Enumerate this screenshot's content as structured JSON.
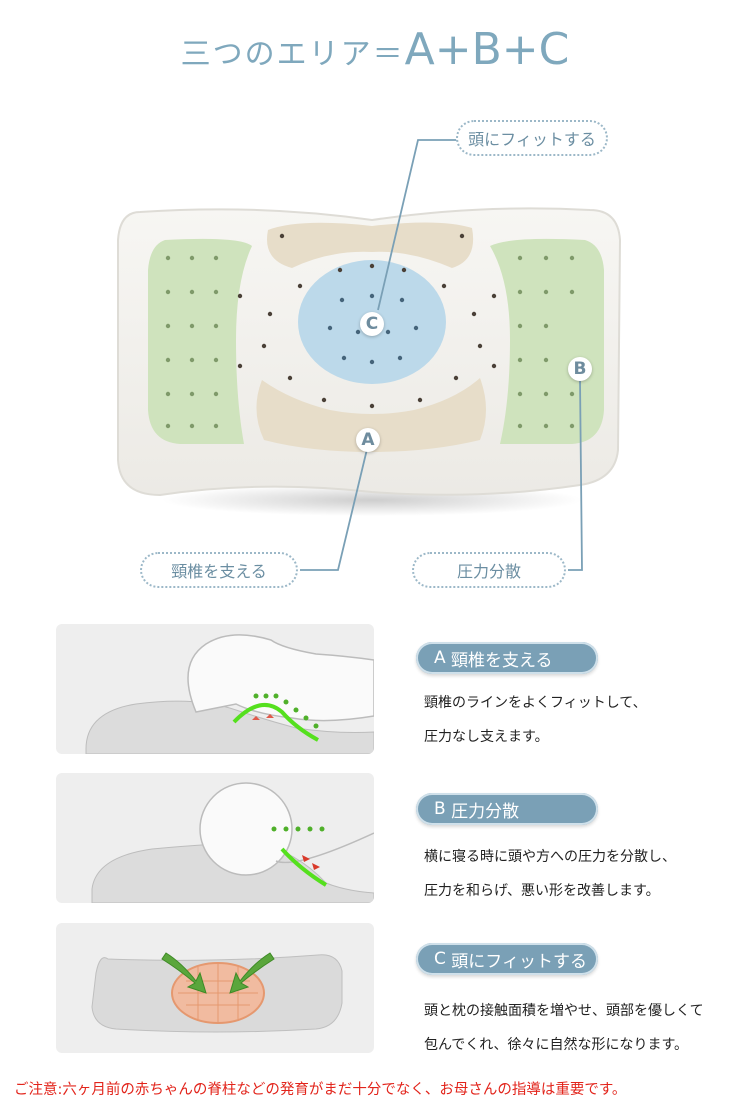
{
  "header": {
    "title_prefix": "三つのエリア＝",
    "title_formula": "A+B+C"
  },
  "diagram": {
    "callouts": {
      "c": "頭にフィットする",
      "a": "頸椎を支える",
      "b": "圧力分散"
    },
    "markers": {
      "a": "A",
      "b": "B",
      "c": "C"
    }
  },
  "sections": [
    {
      "pill_letter": "A",
      "pill_label": "頸椎を支える",
      "lines": [
        "頸椎のラインをよくフィットして、",
        "圧力なし支えます。"
      ]
    },
    {
      "pill_letter": "B",
      "pill_label": "圧力分散",
      "lines": [
        "横に寝る時に頭や方への圧力を分散し、",
        "圧力を和らげ、悪い形を改善します。"
      ]
    },
    {
      "pill_letter": "C",
      "pill_label": "頭にフィットする",
      "lines": [
        "頭と枕の接触面積を増やせ、頭部を優しくて",
        "包んでくれ、徐々に自然な形になります。"
      ]
    }
  ],
  "notice": "ご注意:六ヶ月前の赤ちゃんの脊柱などの発育がまだ十分でなく、お母さんの指導は重要です。",
  "colors": {
    "accent": "#7aa0b6",
    "zone_a": "#e7ddc9",
    "zone_b": "#cfe3bd",
    "zone_c": "#bcd9ea",
    "notice": "#e2241b"
  }
}
